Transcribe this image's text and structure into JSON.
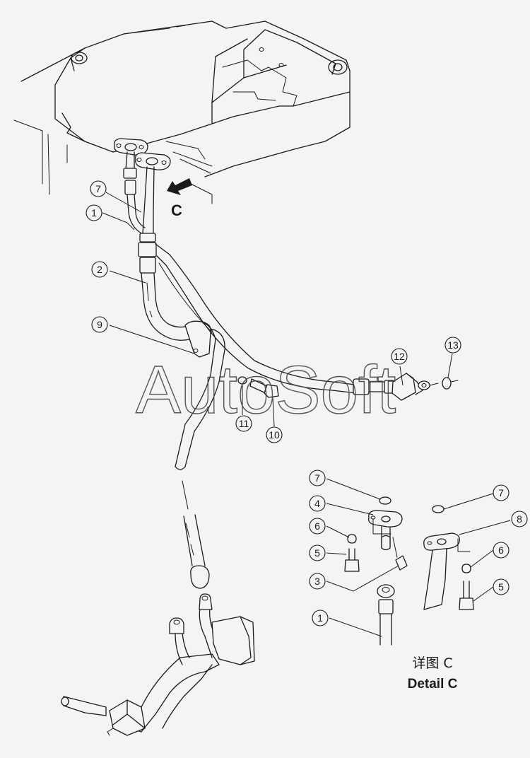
{
  "view_letter": "C",
  "detail": {
    "title_cn": "详图 C",
    "title_en": "Detail C"
  },
  "watermark": "AutoSoft",
  "callouts": [
    {
      "id": "c7-main",
      "label": "7"
    },
    {
      "id": "c1-main",
      "label": "1"
    },
    {
      "id": "c2-main",
      "label": "2"
    },
    {
      "id": "c9-main",
      "label": "9"
    },
    {
      "id": "c11-main",
      "label": "11"
    },
    {
      "id": "c10-main",
      "label": "10"
    },
    {
      "id": "c12-main",
      "label": "12"
    },
    {
      "id": "c13-main",
      "label": "13"
    },
    {
      "id": "c7-detail-a",
      "label": "7"
    },
    {
      "id": "c4-detail",
      "label": "4"
    },
    {
      "id": "c6-detail-a",
      "label": "6"
    },
    {
      "id": "c5-detail-a",
      "label": "5"
    },
    {
      "id": "c3-detail",
      "label": "3"
    },
    {
      "id": "c1-detail",
      "label": "1"
    },
    {
      "id": "c7-detail-b",
      "label": "7"
    },
    {
      "id": "c8-detail",
      "label": "8"
    },
    {
      "id": "c6-detail-b",
      "label": "6"
    },
    {
      "id": "c5-detail-b",
      "label": "5"
    }
  ]
}
